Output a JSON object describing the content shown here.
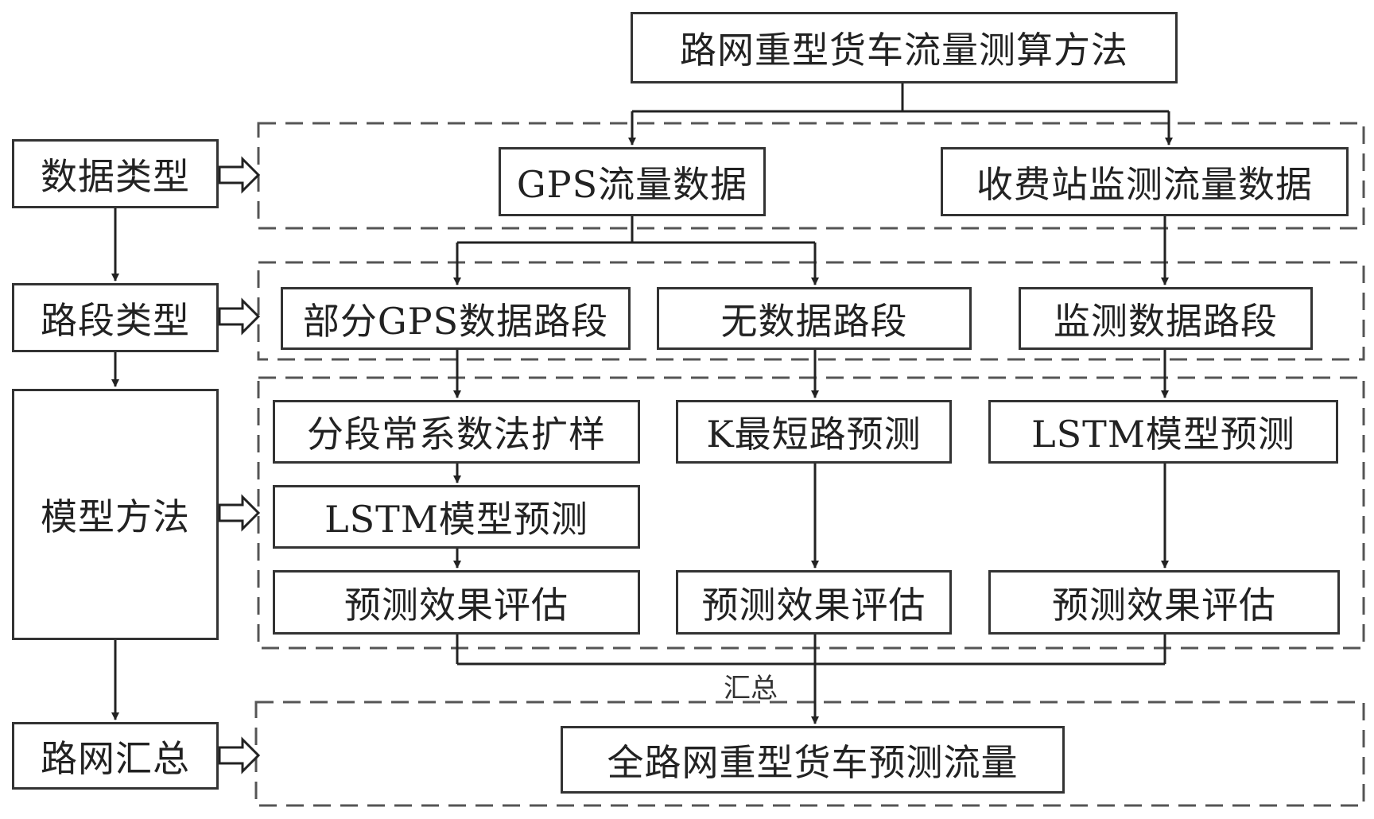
{
  "title": "路网重型货车流量测算方法",
  "side": {
    "data_type": "数据类型",
    "segment_type": "路段类型",
    "model_method": "模型方法",
    "network_summary": "路网汇总"
  },
  "data_sources": {
    "gps": "GPS流量数据",
    "toll": "收费站监测流量数据"
  },
  "segments": {
    "partial_gps": "部分GPS数据路段",
    "no_data": "无数据路段",
    "monitored": "监测数据路段"
  },
  "methods": {
    "expansion": "分段常系数法扩样",
    "lstm_left": "LSTM模型预测",
    "k_shortest": "K最短路预测",
    "lstm_right": "LSTM模型预测",
    "eval_left": "预测效果评估",
    "eval_mid": "预测效果评估",
    "eval_right": "预测效果评估"
  },
  "summary_label": "汇总",
  "result": "全路网重型货车预测流量"
}
